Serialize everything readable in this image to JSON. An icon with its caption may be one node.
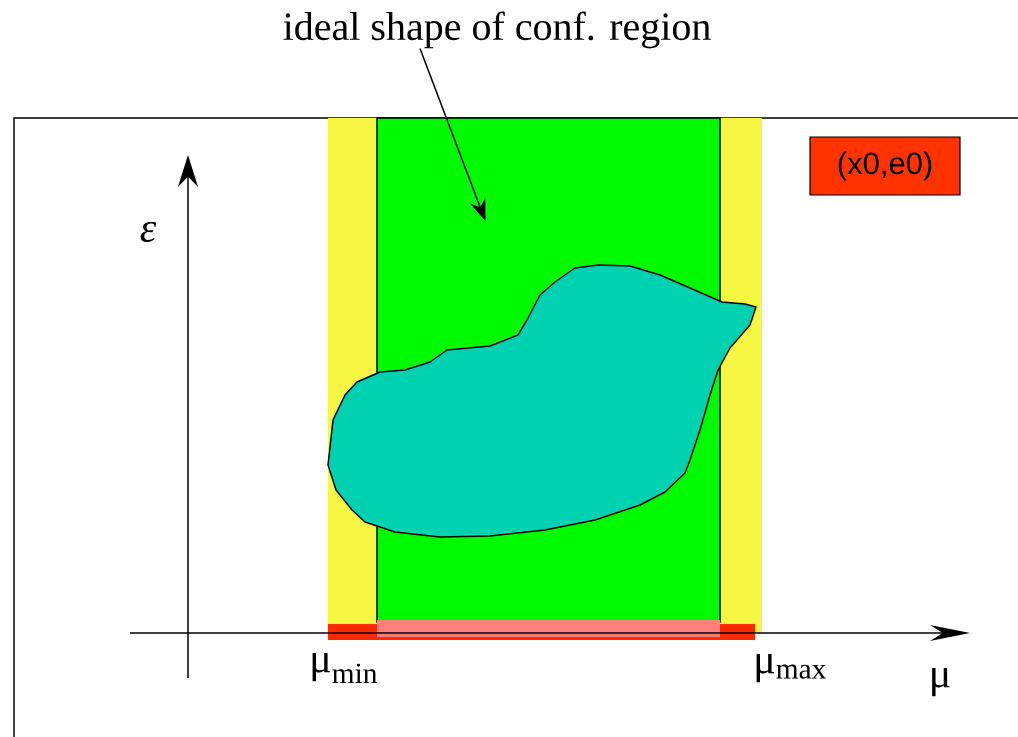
{
  "diagram": {
    "nodes": [
      {
        "text": [
          "ideal shape of conf. region"
        ]
      },
      {
        "text": [],
        "shape": "box"
      },
      {
        "text": [
          "(x0,e0)"
        ]
      },
      {
        "text": [],
        "shape": "cloud"
      },
      {
        "text": [],
        "shape": "bar"
      },
      {
        "text": [],
        "shape": "bar"
      }
    ],
    "edges": [
      {
        "from": 0,
        "to": 1,
        "arrow": "to"
      }
    ],
    "labels": [
      "ε",
      "μ$_{min}$",
      "μ$_{max}$",
      "μ"
    ]
  }
}
